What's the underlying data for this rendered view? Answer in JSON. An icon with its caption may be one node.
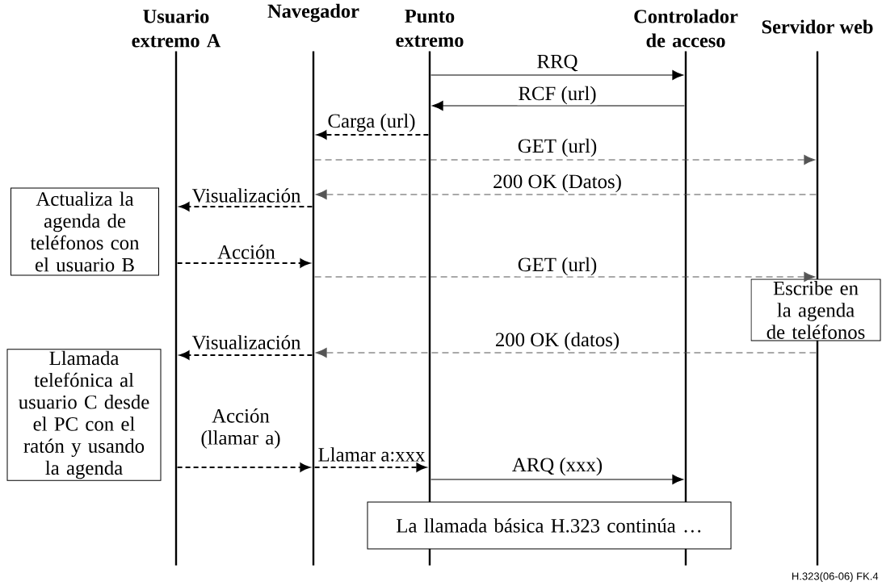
{
  "diagram": {
    "nodes": [
      {
        "text": [
          "Usuario extremo A"
        ]
      },
      {
        "text": [
          "Navegador"
        ]
      },
      {
        "text": [
          "Punto extremo"
        ]
      },
      {
        "text": [
          "Controlador de acceso"
        ]
      },
      {
        "text": [
          "Servidor web"
        ]
      },
      {
        "text": [
          "Actualiza la agenda de teléfonos con el usuario B"
        ]
      },
      {
        "text": [
          "Escribe en la agenda de teléfonos"
        ]
      },
      {
        "text": [
          "Llamada telefónica al usuario C desde el PC con el ratón y usando la agenda"
        ]
      },
      {
        "text": [
          "La llamada básica H.323 continúa …"
        ]
      }
    ],
    "edges": [
      {
        "from": 2,
        "to": 3,
        "arrow": "to",
        "label": "RRQ"
      },
      {
        "from": 3,
        "to": 2,
        "arrow": "to",
        "label": "RCF (url)"
      },
      {
        "from": 2,
        "to": 1,
        "arrow": "to",
        "label": "Carga (url)",
        "style": "dashed"
      },
      {
        "from": 1,
        "to": 4,
        "arrow": "to",
        "label": "GET (url)",
        "style": "dashed",
        "color": "#555555"
      },
      {
        "from": 4,
        "to": 1,
        "arrow": "to",
        "label": "200 OK (Datos)",
        "style": "dashed",
        "color": "#555555"
      },
      {
        "from": 1,
        "to": 0,
        "arrow": "to",
        "label": "Visualización",
        "style": "dashed"
      },
      {
        "from": 0,
        "to": 1,
        "arrow": "to",
        "label": "Acción",
        "style": "dashed"
      },
      {
        "from": 1,
        "to": 4,
        "arrow": "to",
        "label": "GET (url)",
        "style": "dashed",
        "color": "#555555"
      },
      {
        "from": 4,
        "to": 1,
        "arrow": "to",
        "label": "200 OK (datos)",
        "style": "dashed",
        "color": "#555555"
      },
      {
        "from": 1,
        "to": 0,
        "arrow": "to",
        "label": "Visualización",
        "style": "dashed"
      },
      {
        "from": 0,
        "to": 1,
        "arrow": "to",
        "label": "Acción (llamar a)",
        "style": "dashed"
      },
      {
        "from": 1,
        "to": 2,
        "arrow": "to",
        "label": "Llamar a:xxx",
        "style": "dashed"
      },
      {
        "from": 2,
        "to": 3,
        "arrow": "to",
        "label": "ARQ (xxx)"
      }
    ],
    "labels": [
      "H.323(06-06) FK.4"
    ]
  }
}
